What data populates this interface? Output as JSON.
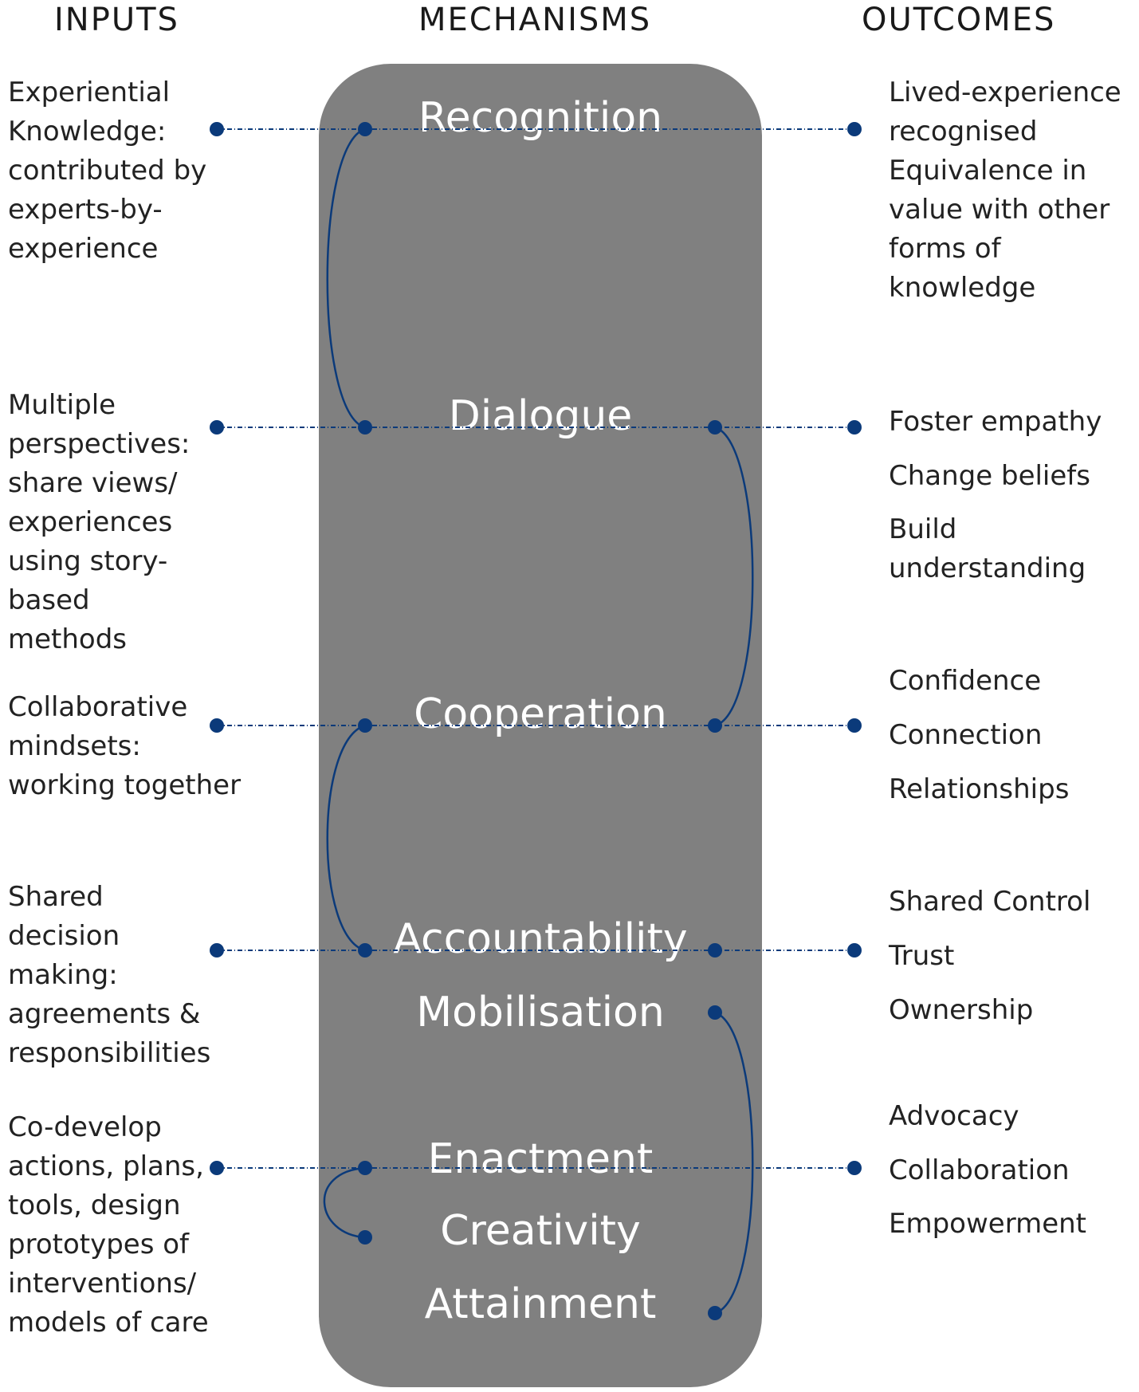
{
  "headers": {
    "inputs": "INPUTS",
    "mechanisms": "MECHANISMS",
    "outcomes": "OUTCOMES"
  },
  "inputs": [
    {
      "lines": [
        "Experiential",
        "Knowledge:",
        "contributed by",
        "experts-by-",
        "experience"
      ]
    },
    {
      "lines": [
        "Multiple",
        "perspectives:",
        "share views/",
        "experiences",
        "using story-",
        "based",
        "methods"
      ]
    },
    {
      "lines": [
        "Collaborative",
        "mindsets:",
        "working together"
      ]
    },
    {
      "lines": [
        "Shared",
        "decision",
        "making:",
        "agreements &",
        "responsibilities"
      ]
    },
    {
      "lines": [
        "Co-develop",
        "actions, plans,",
        "tools, design",
        "prototypes of",
        "interventions/",
        "models of care"
      ]
    }
  ],
  "mechanisms": [
    "Recognition",
    "Dialogue",
    "Cooperation",
    "Accountability",
    "Mobilisation",
    "Enactment",
    "Creativity",
    "Attainment"
  ],
  "outcomes": [
    {
      "lines": [
        "Lived-experience",
        "recognised",
        "Equivalence in",
        "value with other",
        "forms of",
        "knowledge"
      ]
    },
    {
      "lines": [
        "Foster empathy"
      ]
    },
    {
      "lines": [
        "Change beliefs"
      ]
    },
    {
      "lines": [
        "Build",
        "understanding"
      ]
    },
    {
      "lines": [
        "Confidence"
      ]
    },
    {
      "lines": [
        "Connection"
      ]
    },
    {
      "lines": [
        "Relationships"
      ]
    },
    {
      "lines": [
        "Shared Control"
      ]
    },
    {
      "lines": [
        "Trust"
      ]
    },
    {
      "lines": [
        "Ownership"
      ]
    },
    {
      "lines": [
        "Advocacy"
      ]
    },
    {
      "lines": [
        "Collaboration"
      ]
    },
    {
      "lines": [
        "Empowerment"
      ]
    }
  ],
  "colors": {
    "panel": "#808080",
    "connector": "#0b3a7a",
    "mechanism_text": "#ffffff",
    "body_text": "#222222"
  }
}
